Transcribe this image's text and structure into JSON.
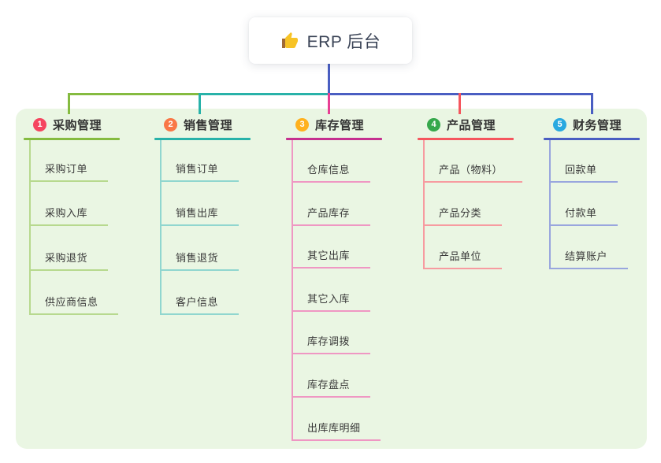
{
  "root": {
    "title": "ERP 后台",
    "icon": "thumbs-up-icon"
  },
  "colors": {
    "container_bg": "#eaf6e3",
    "stem": "#4a5ec2",
    "root_text": "#3a4356",
    "label_text": "#3a3a3a",
    "thumb_yellow": "#f7c325",
    "thumb_sleeve": "#a06a35"
  },
  "branches": [
    {
      "badge": "1",
      "title": "采购管理",
      "badge_color": "#f5455f",
      "line_color": "#85bb40",
      "drop_color": "#85bb40",
      "child_line_color": "#b7d98e",
      "children": [
        "采购订单",
        "采购入库",
        "采购退货",
        "供应商信息"
      ]
    },
    {
      "badge": "2",
      "title": "销售管理",
      "badge_color": "#f97746",
      "line_color": "#28b2a9",
      "drop_color": "#28b2a9",
      "child_line_color": "#90d6cf",
      "children": [
        "销售订单",
        "销售出库",
        "销售退货",
        "客户信息"
      ]
    },
    {
      "badge": "3",
      "title": "库存管理",
      "badge_color": "#ffb11d",
      "line_color": "#c5308f",
      "drop_color": "#e83f94",
      "child_line_color": "#ef97c3",
      "children": [
        "仓库信息",
        "产品库存",
        "其它出库",
        "其它入库",
        "库存调拨",
        "库存盘点",
        "出库库明细"
      ]
    },
    {
      "badge": "4",
      "title": "产品管理",
      "badge_color": "#36a84c",
      "line_color": "#f5565e",
      "drop_color": "#f5565e",
      "child_line_color": "#f79ba0",
      "children": [
        "产品（物料）",
        "产品分类",
        "产品单位"
      ]
    },
    {
      "badge": "5",
      "title": "财务管理",
      "badge_color": "#29a9e0",
      "line_color": "#4a5ec2",
      "drop_color": "#4a5ec2",
      "child_line_color": "#99a6de",
      "children": [
        "回款单",
        "付款单",
        "结算账户"
      ]
    }
  ]
}
